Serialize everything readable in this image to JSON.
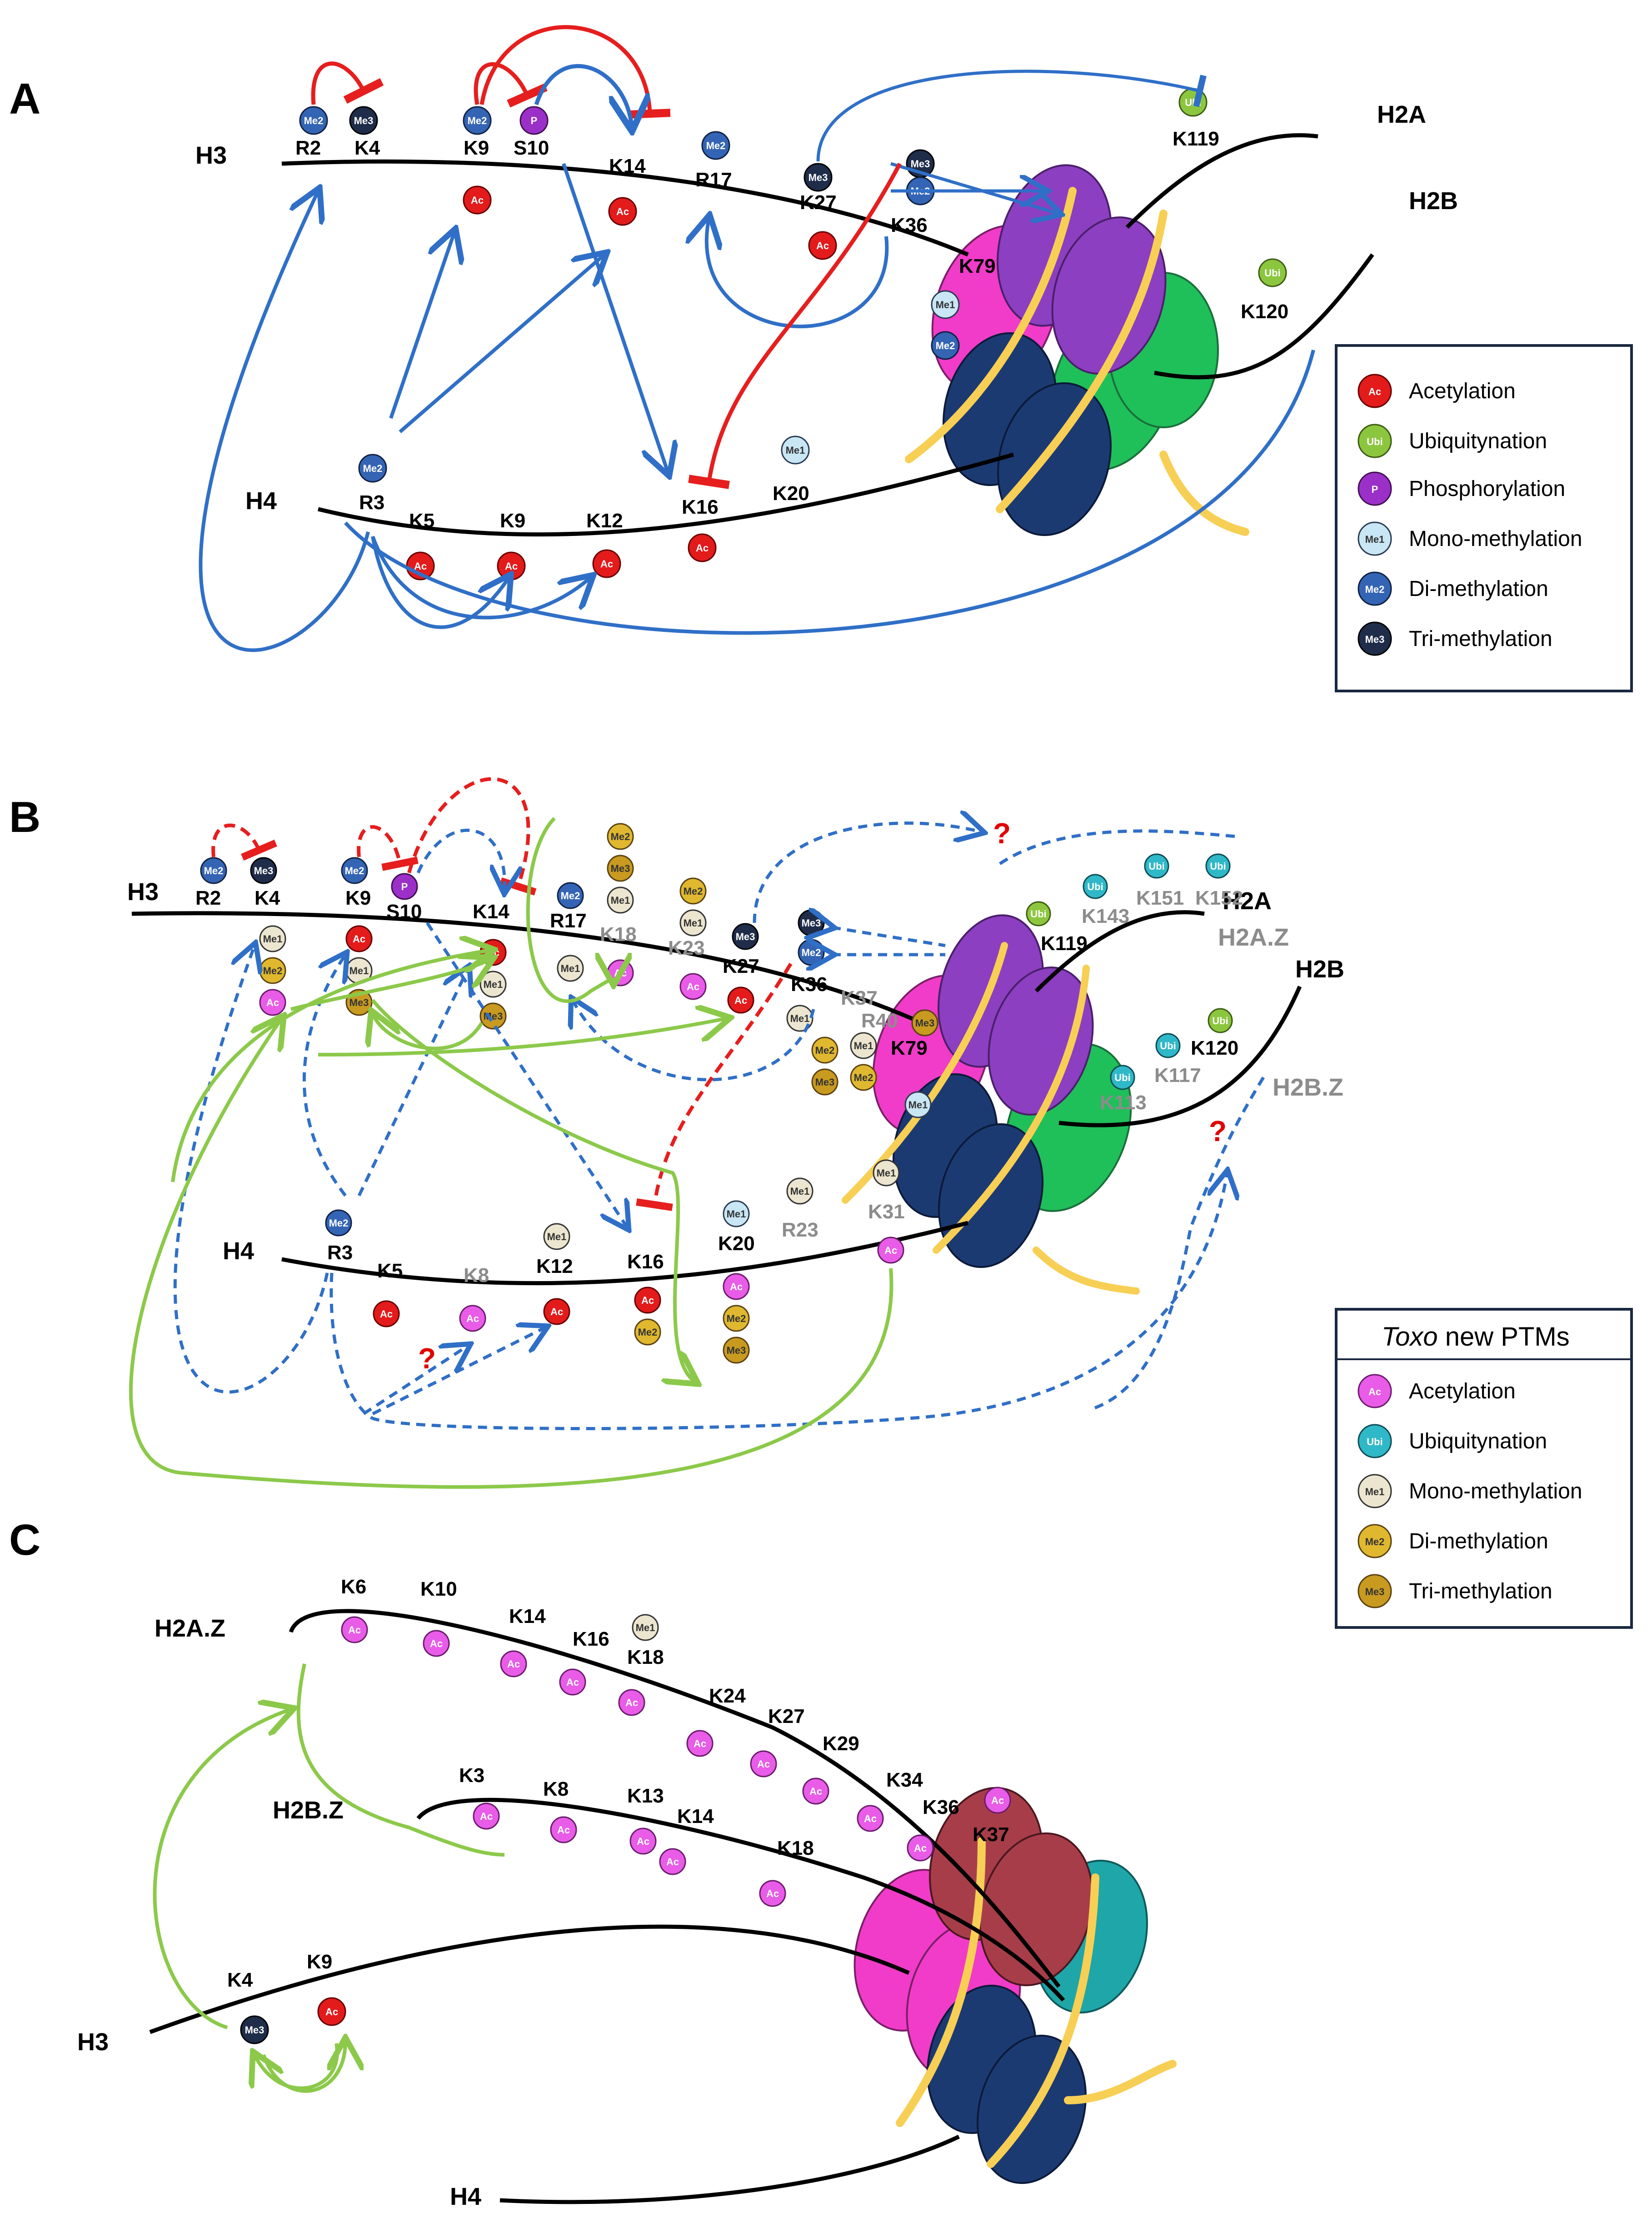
{
  "panels": {
    "a": "A",
    "b": "B",
    "c": "C"
  },
  "colors": {
    "ac": "#e31b1b",
    "ubi": "#8cc63f",
    "p": "#9b30c8",
    "me1": "#c9e6f5",
    "me2": "#3464b4",
    "me3": "#1f2d4a",
    "toxo_ac": "#e85ce8",
    "toxo_ubi": "#2fb8c8",
    "toxo_me1": "#ece6d0",
    "toxo_me2": "#e0b830",
    "toxo_me3": "#c89a20",
    "red_arrow": "#e61e1e",
    "blue_arrow": "#2f6fc7",
    "green_arrow": "#8cc94a",
    "core_magenta": "#f03cc8",
    "core_purple": "#8c3fc0",
    "core_green": "#1fbf5a",
    "core_navy": "#1c3a72",
    "core_red": "#a83d4a",
    "core_teal": "#1fa6a8",
    "core_yellow": "#f7cf55"
  },
  "marks": {
    "ac": "Ac",
    "ubi": "Ubi",
    "p": "P",
    "me1": "Me1",
    "me2": "Me2",
    "me3": "Me3"
  },
  "legend_a": {
    "items": [
      {
        "key": "ac",
        "label": "Acetylation"
      },
      {
        "key": "ubi",
        "label": "Ubiquitynation"
      },
      {
        "key": "p",
        "label": "Phosphorylation"
      },
      {
        "key": "me1",
        "label": "Mono-methylation"
      },
      {
        "key": "me2",
        "label": "Di-methylation"
      },
      {
        "key": "me3",
        "label": "Tri-methylation"
      }
    ]
  },
  "legend_b": {
    "title_italic": "Toxo",
    "title_rest": " new PTMs",
    "items": [
      {
        "key": "toxo_ac",
        "label": "Acetylation",
        "mark": "Ac"
      },
      {
        "key": "toxo_ubi",
        "label": "Ubiquitynation",
        "mark": "Ubi"
      },
      {
        "key": "toxo_me1",
        "label": "Mono-methylation",
        "mark": "Me1"
      },
      {
        "key": "toxo_me2",
        "label": "Di-methylation",
        "mark": "Me2"
      },
      {
        "key": "toxo_me3",
        "label": "Tri-methylation",
        "mark": "Me3"
      }
    ]
  },
  "panel_a": {
    "histones": {
      "h3": "H3",
      "h4": "H4",
      "h2a": "H2A",
      "h2b": "H2B"
    },
    "h3_sites": [
      "R2",
      "K4",
      "K9",
      "S10",
      "K14",
      "R17",
      "K27",
      "K36",
      "K79"
    ],
    "h4_sites": [
      "R3",
      "K5",
      "K9",
      "K12",
      "K16",
      "K20"
    ],
    "h2a_sites": [
      "K119"
    ],
    "h2b_sites": [
      "K120"
    ]
  },
  "panel_b": {
    "histones": {
      "h3": "H3",
      "h4": "H4",
      "h2a": "H2A",
      "h2az": "H2A.Z",
      "h2b": "H2B",
      "h2bz": "H2B.Z"
    },
    "h3_sites": [
      "R2",
      "K4",
      "K9",
      "S10",
      "K14",
      "R17",
      "K18",
      "K23",
      "K27",
      "K36",
      "K37",
      "R40",
      "K79"
    ],
    "h4_sites": [
      "R3",
      "K5",
      "K8",
      "K12",
      "K16",
      "K20",
      "R23",
      "K31"
    ],
    "h2a_sites": [
      "K119",
      "K143",
      "K151",
      "K152"
    ],
    "h2b_sites": [
      "K113",
      "K117",
      "K120"
    ],
    "question": "?"
  },
  "panel_c": {
    "histones": {
      "h2az": "H2A.Z",
      "h2bz": "H2B.Z",
      "h3": "H3",
      "h4": "H4"
    },
    "h2az_sites": [
      "K6",
      "K10",
      "K14",
      "K16",
      "K18",
      "K24",
      "K27",
      "K29",
      "K34",
      "K36",
      "K37"
    ],
    "h2bz_sites": [
      "K3",
      "K8",
      "K13",
      "K14",
      "K18"
    ],
    "h3_sites": [
      "K4",
      "K9"
    ]
  }
}
